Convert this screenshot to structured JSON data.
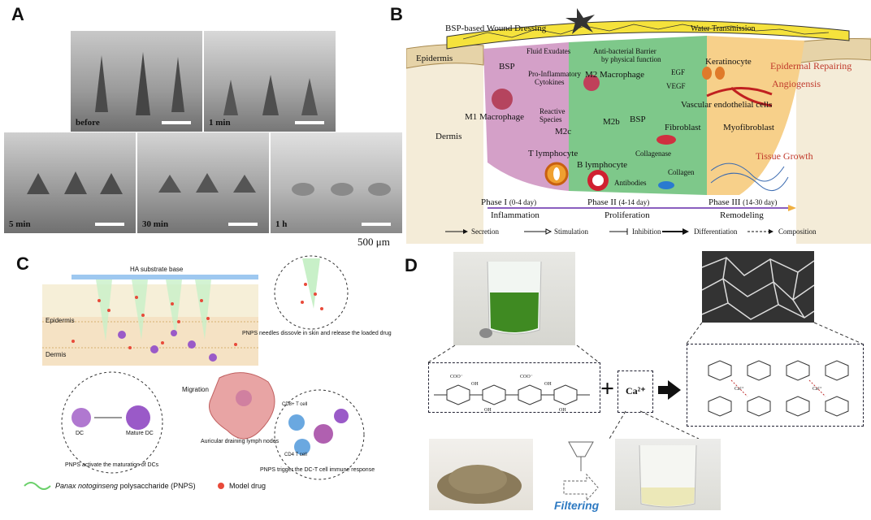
{
  "panels": {
    "a": {
      "letter": "A",
      "frames": [
        "before",
        "1 min",
        "5 min",
        "30 min",
        "1 h"
      ],
      "scale_label": "500 μm"
    },
    "b": {
      "letter": "B",
      "dressing": "BSP-based Wound Dressing",
      "water": "Water Transmission",
      "fluid": "Fluid Exudates",
      "barrier_1": "Anti-bacterial Barrier",
      "barrier_2": "by physical function",
      "epidermis": "Epidermis",
      "dermis": "Dermis",
      "bsp1": "BSP",
      "bsp2": "BSP",
      "pro_inflam_1": "Pro-Inflammatory",
      "pro_inflam_2": "Cytokines",
      "reactive_1": "Reactive",
      "reactive_2": "Species",
      "m1": "M1 Macrophage",
      "m2": "M2 Macrophage",
      "m2b": "M2b",
      "m2c": "M2c",
      "t_lymph": "T lymphocyte",
      "b_lymph": "B lymphocyte",
      "antibodies": "Antibodies",
      "egf": "EGF",
      "vegf": "VEGF",
      "keratinocyte": "Keratinocyte",
      "epidermal_repair": "Epidermal Repairing",
      "angiogenesis": "Angiogensis",
      "vascular": "Vascular endothelial cells",
      "fibroblast": "Fibroblast",
      "myofibroblast": "Myofibroblast",
      "collagenase": "Collagenase",
      "collagen": "Collagen",
      "tissue_growth": "Tissue Growth",
      "phases": [
        {
          "title": "Phase I",
          "days": "(0-4 day)",
          "name": "Inflammation"
        },
        {
          "title": "Phase II",
          "days": "(4-14 day)",
          "name": "Proliferation"
        },
        {
          "title": "Phase III",
          "days": "(14-30 day)",
          "name": "Remodeling"
        }
      ],
      "legend": [
        "Secretion",
        "Stimulation",
        "Inhibition",
        "Differentiation",
        "Composition"
      ]
    },
    "c": {
      "letter": "C",
      "ha": "HA substrate base",
      "epidermis": "Epidermis",
      "dermis": "Dermis",
      "needles": "PNPS needles dissovle in skin and release the loaded drug",
      "migration": "Migration",
      "lymph": "Auricular draining lymph nodes",
      "dc_caption": "PNPS activate the maturation of DCs",
      "dc": "DC",
      "mature_dc": "Mature DC",
      "tcell_caption": "PNPS trigger the DC-T cell immune response",
      "cd8": "CD8+ T cell",
      "cd4": "CD4 T cell",
      "legend_species": "Panax notoginseng",
      "legend_rest": " polysaccharide  (PNPS)",
      "legend_drug": "Model drug"
    },
    "d": {
      "letter": "D",
      "plus": "+",
      "ca": "Ca²⁺",
      "filtering": "Filtering"
    }
  }
}
